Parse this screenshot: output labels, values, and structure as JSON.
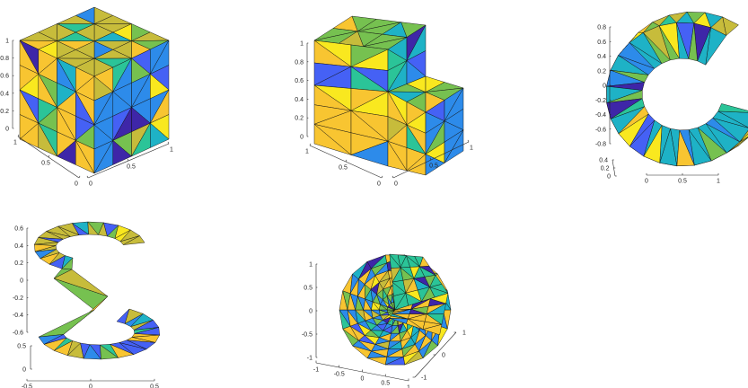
{
  "figure": {
    "colormap": [
      "#3e26a8",
      "#4561f5",
      "#2d8bea",
      "#1eb2c6",
      "#2bc498",
      "#76c150",
      "#c7bc3b",
      "#f8c531",
      "#f9e81f"
    ]
  },
  "chart_data": [
    {
      "type": "3d-surface",
      "subject": "cube",
      "axes": {
        "z": {
          "range": [
            0,
            1
          ],
          "ticks": [
            "0",
            "0.2",
            "0.4",
            "0.6",
            "0.8",
            "1"
          ]
        },
        "x": {
          "range": [
            0,
            1
          ],
          "ticks": [
            "1",
            "0.5",
            "0"
          ]
        },
        "y": {
          "range": [
            0,
            1
          ],
          "ticks": [
            "0",
            "0.5",
            "1"
          ]
        }
      },
      "faces": [
        "left",
        "right",
        "top"
      ],
      "mesh": "triangulated"
    },
    {
      "type": "3d-surface",
      "subject": "L-shaped solid",
      "axes": {
        "z": {
          "range": [
            0,
            1
          ],
          "ticks": [
            "0",
            "0.2",
            "0.4",
            "0.6",
            "0.8",
            "1"
          ]
        },
        "x": {
          "range": [
            0,
            1
          ],
          "ticks": [
            "1",
            "0.5",
            "0"
          ]
        },
        "y": {
          "range": [
            0,
            1
          ],
          "ticks": [
            "0",
            "0.5",
            "1"
          ]
        }
      },
      "faces": [
        "left",
        "right",
        "top"
      ],
      "mesh": "triangulated"
    },
    {
      "type": "3d-surface",
      "subject": "C-shaped extrusion",
      "axes": {
        "z": {
          "range": [
            -0.8,
            0.8
          ],
          "ticks": [
            "0.8",
            "0.6",
            "0.4",
            "0.2",
            "0",
            "-0.2",
            "-0.4",
            "-0.6",
            "-0.8"
          ]
        },
        "y": {
          "ticks": [
            "0.4",
            "0.2",
            "0"
          ]
        },
        "x": {
          "ticks": [
            "0",
            "0.5",
            "1"
          ]
        }
      },
      "mesh": "triangulated"
    },
    {
      "type": "3d-surface",
      "subject": "S-shaped extrusion",
      "axes": {
        "z": {
          "range": [
            -0.6,
            0.6
          ],
          "ticks": [
            "0.6",
            "0.4",
            "0.2",
            "0",
            "-0.2",
            "-0.4",
            "-0.6"
          ]
        },
        "y": {
          "ticks": [
            "0.5",
            "0"
          ]
        },
        "x": {
          "ticks": [
            "-0.5",
            "0",
            "0.5"
          ]
        }
      },
      "mesh": "triangulated"
    },
    {
      "type": "3d-surface",
      "subject": "sphere with octant removed",
      "axes": {
        "z": {
          "range": [
            -1,
            1
          ],
          "ticks": [
            "1",
            "0.5",
            "0",
            "-0.5",
            "-1"
          ]
        },
        "x": {
          "range": [
            -1,
            1
          ],
          "ticks": [
            "-1",
            "-0.5",
            "0",
            "0.5",
            "1"
          ]
        },
        "y": {
          "range": [
            -1,
            1
          ],
          "ticks": [
            "1",
            "0",
            "-1"
          ]
        }
      },
      "mesh": "triangulated"
    }
  ]
}
